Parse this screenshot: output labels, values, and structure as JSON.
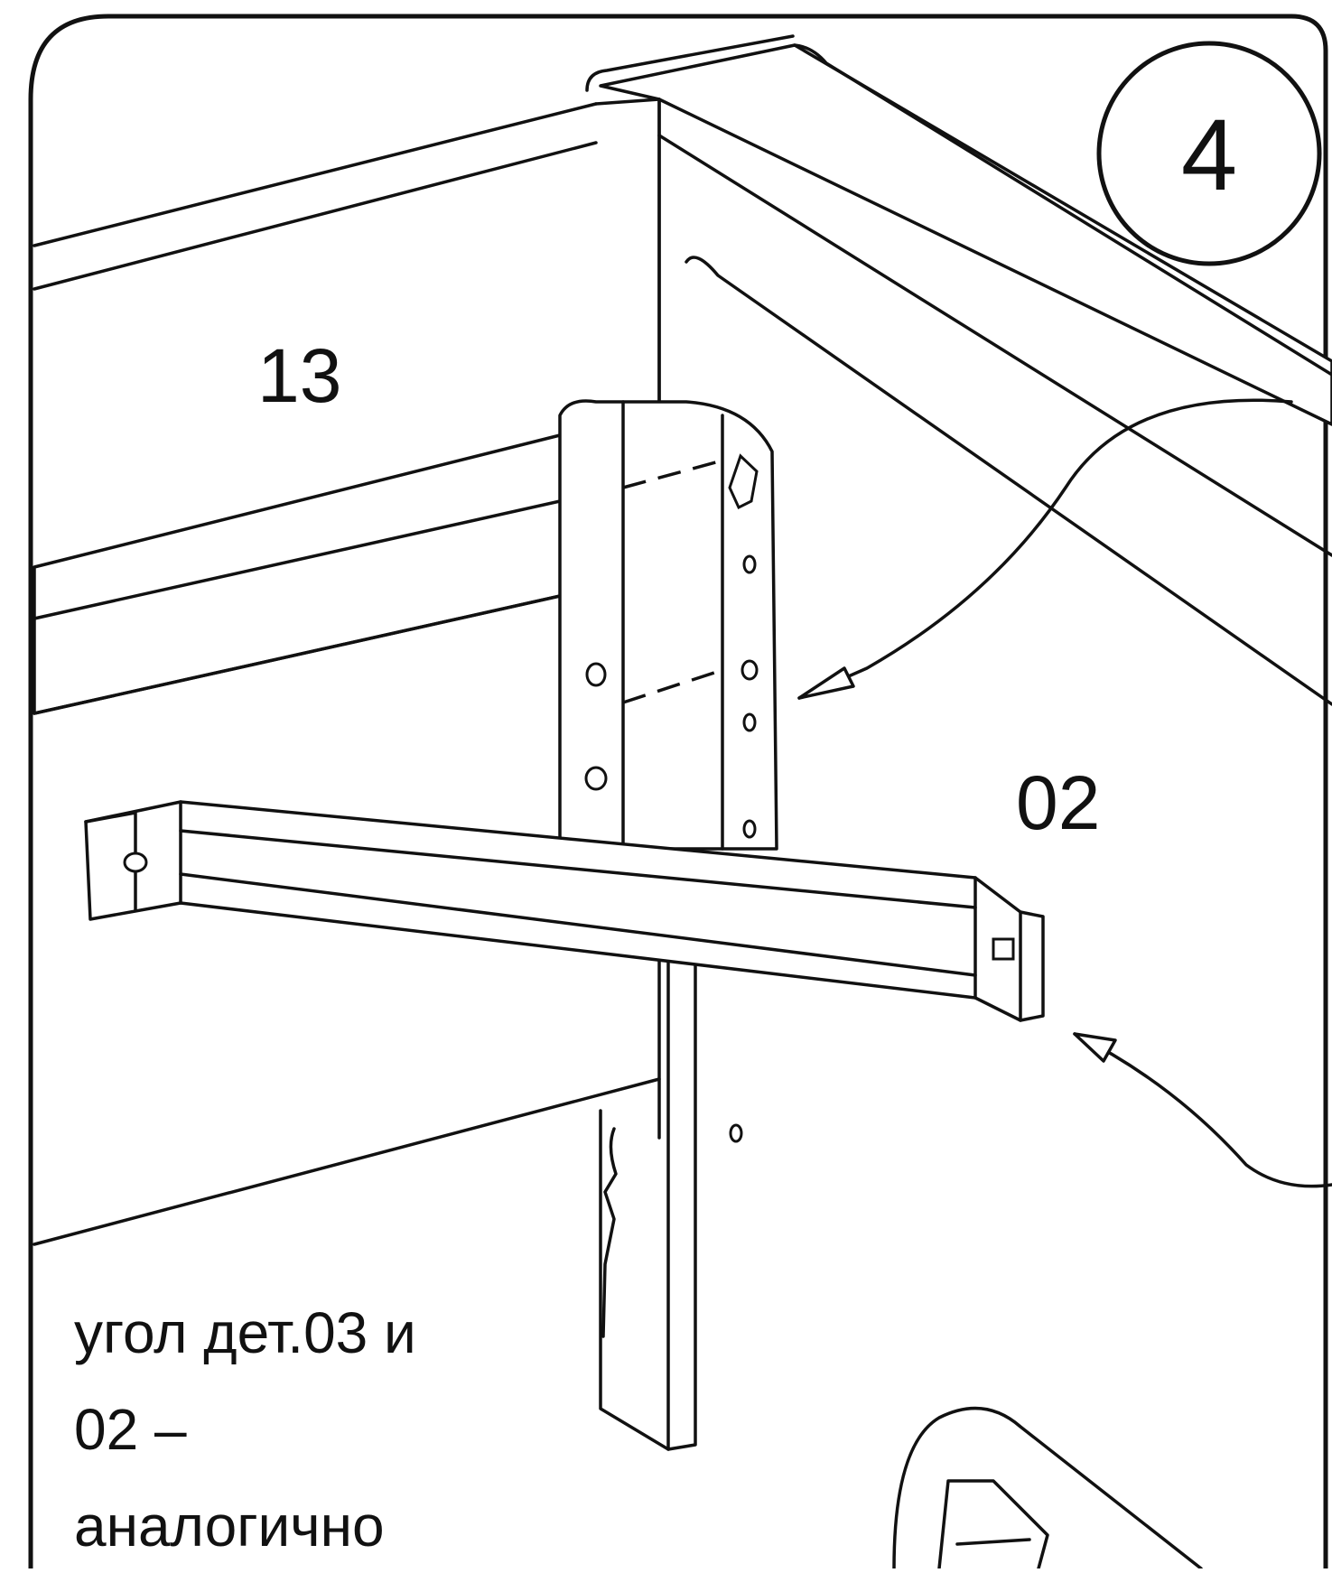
{
  "figure": {
    "step_number": "4",
    "parts": {
      "rail": "13",
      "side_panel": "02"
    },
    "note_lines": [
      "угол  дет.03  и",
      "02  –",
      "аналогично"
    ]
  }
}
